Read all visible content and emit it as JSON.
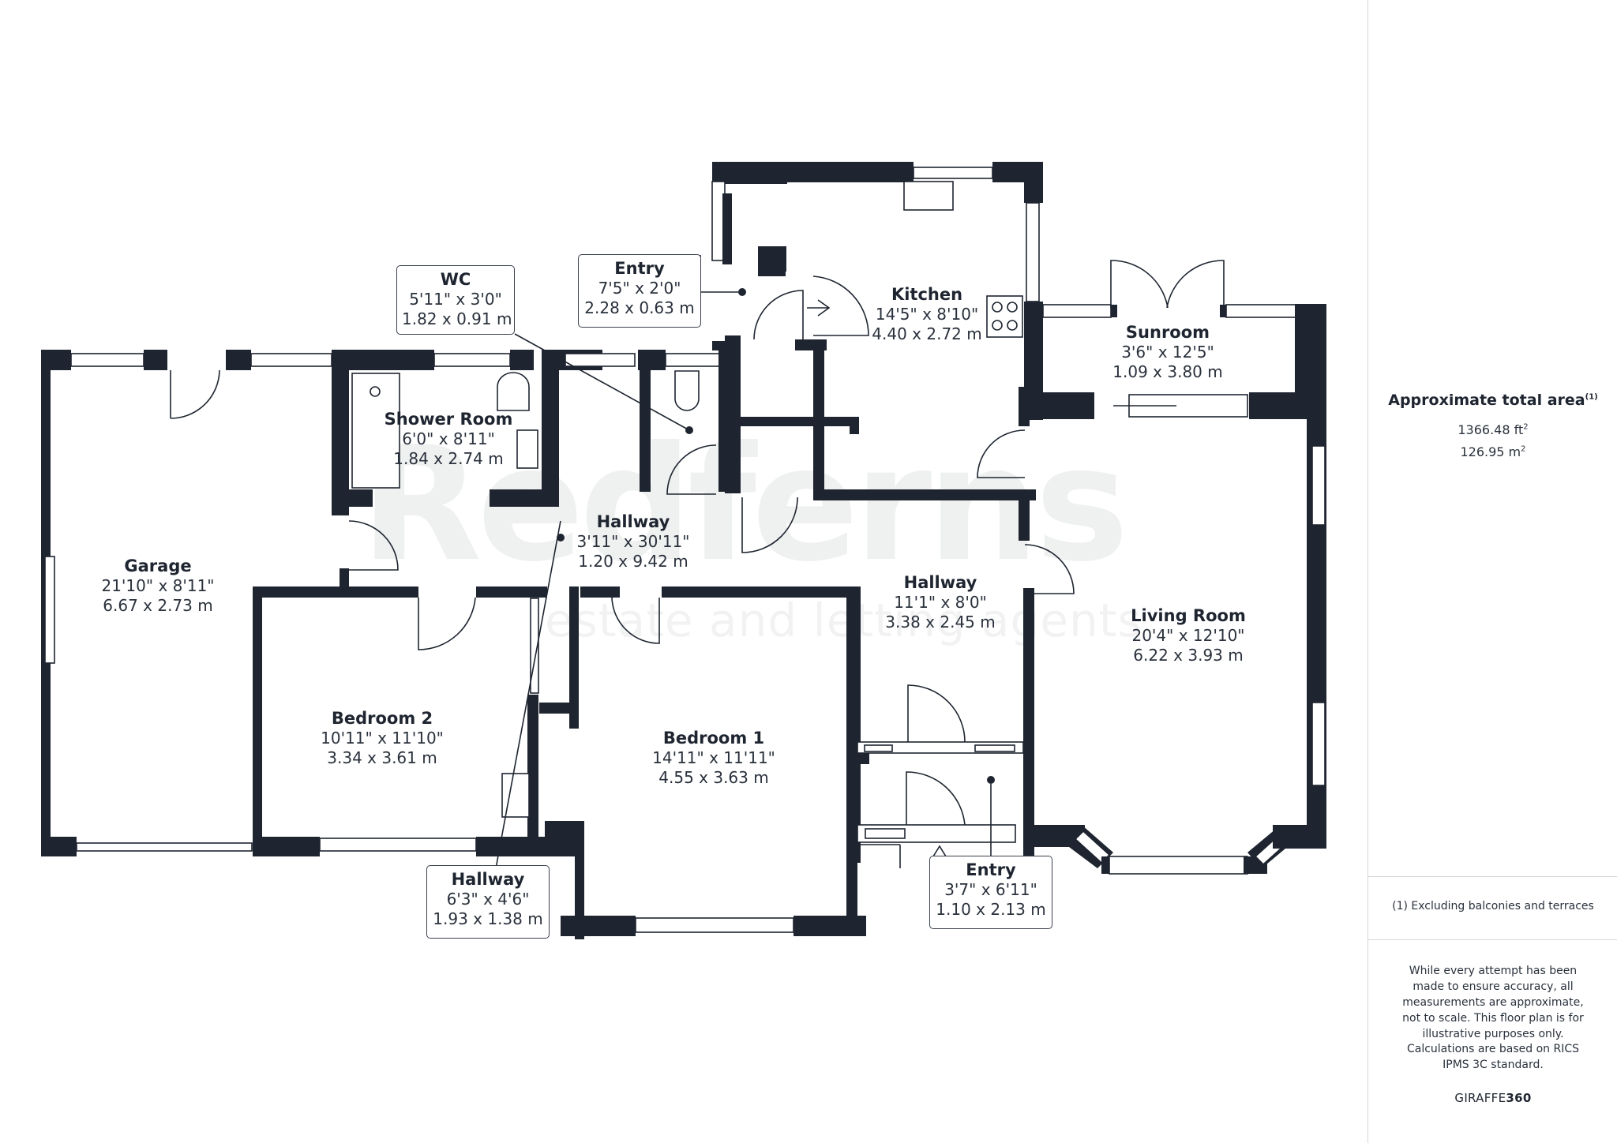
{
  "watermark": {
    "main": "Redferns",
    "sub": "estate and letting agents"
  },
  "rooms": {
    "garage": {
      "name": "Garage",
      "imperial": "21'10\" x 8'11\"",
      "metric": "6.67 x 2.73 m"
    },
    "shower_room": {
      "name": "Shower Room",
      "imperial": "6'0\" x 8'11\"",
      "metric": "1.84 x 2.74 m"
    },
    "wc": {
      "name": "WC",
      "imperial": "5'11\" x 3'0\"",
      "metric": "1.82 x 0.91 m"
    },
    "entry_rear": {
      "name": "Entry",
      "imperial": "7'5\" x 2'0\"",
      "metric": "2.28 x 0.63 m"
    },
    "kitchen": {
      "name": "Kitchen",
      "imperial": "14'5\" x 8'10\"",
      "metric": "4.40 x 2.72 m"
    },
    "sunroom": {
      "name": "Sunroom",
      "imperial": "3'6\" x 12'5\"",
      "metric": "1.09 x 3.80 m"
    },
    "hallway_main": {
      "name": "Hallway",
      "imperial": "3'11\" x 30'11\"",
      "metric": "1.20 x 9.42 m"
    },
    "hallway_front": {
      "name": "Hallway",
      "imperial": "11'1\" x 8'0\"",
      "metric": "3.38 x 2.45 m"
    },
    "living_room": {
      "name": "Living Room",
      "imperial": "20'4\" x 12'10\"",
      "metric": "6.22 x 3.93 m"
    },
    "bedroom_2": {
      "name": "Bedroom 2",
      "imperial": "10'11\" x 11'10\"",
      "metric": "3.34 x 3.61 m"
    },
    "bedroom_1": {
      "name": "Bedroom 1",
      "imperial": "14'11\" x 11'11\"",
      "metric": "4.55 x 3.63 m"
    },
    "hallway_small": {
      "name": "Hallway",
      "imperial": "6'3\" x 4'6\"",
      "metric": "1.93 x 1.38 m"
    },
    "entry_front": {
      "name": "Entry",
      "imperial": "3'7\" x 6'11\"",
      "metric": "1.10 x 2.13 m"
    }
  },
  "summary": {
    "area_title": "Approximate total area",
    "area_note_marker": "(1)",
    "area_ft": "1366.48 ft",
    "area_m": "126.95 m",
    "unit_power": "2",
    "footnote": "(1) Excluding balconies and terraces",
    "disclaimer": "While every attempt has been made to ensure accuracy, all measurements are approximate, not to scale. This floor plan is for illustrative purposes only.",
    "calc_note": "Calculations are based on RICS IPMS 3C standard.",
    "brand_light": "GIRAFFE",
    "brand_bold": "360"
  },
  "colors": {
    "wall": "#1e2530",
    "background": "#ffffff",
    "divider": "#d4d7db"
  },
  "icons": [
    "hob-icon",
    "sink-icon",
    "toilet-icon",
    "shower-icon",
    "basin-icon",
    "entrance-arrow-icon"
  ]
}
